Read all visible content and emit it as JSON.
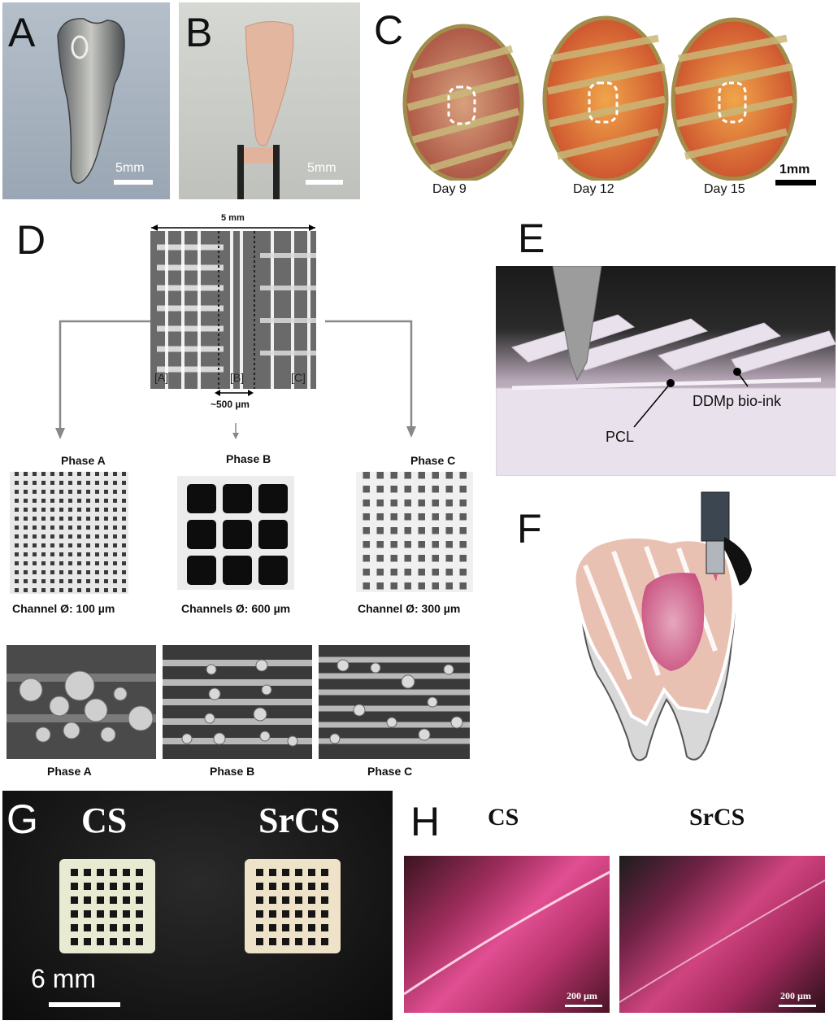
{
  "panels": {
    "A": {
      "letter": "A",
      "scale": "5mm"
    },
    "B": {
      "letter": "B",
      "scale": "5mm"
    },
    "C": {
      "letter": "C",
      "days": [
        "Day 9",
        "Day 12",
        "Day 15"
      ],
      "scale": "1mm"
    },
    "D": {
      "letter": "D",
      "width_label": "5 mm",
      "zone_labels": [
        "[A]",
        "[B]",
        "[C]"
      ],
      "channel_label": "~500 µm",
      "phase_titles": [
        "Phase A",
        "Phase B",
        "Phase C"
      ],
      "channel_captions": [
        "Channel Ø: 100 µm",
        "Channels Ø: 600 µm",
        "Channel Ø: 300 µm"
      ],
      "sem_captions": [
        "Phase A",
        "Phase B",
        "Phase C"
      ]
    },
    "E": {
      "letter": "E",
      "label_ink": "DDMp bio-ink",
      "label_pcl": "PCL"
    },
    "F": {
      "letter": "F"
    },
    "G": {
      "letter": "G",
      "cs": "CS",
      "srcs": "SrCS",
      "scale": "6 mm"
    },
    "H": {
      "letter": "H",
      "cs": "CS",
      "srcs": "SrCS",
      "scale_left": "200 µm",
      "scale_right": "200 µm"
    }
  },
  "colors": {
    "gray_bg": "#a8b3bf",
    "stain_orange": "#d9782e",
    "magenta": "#c23a78",
    "dark_bg": "#141414"
  }
}
